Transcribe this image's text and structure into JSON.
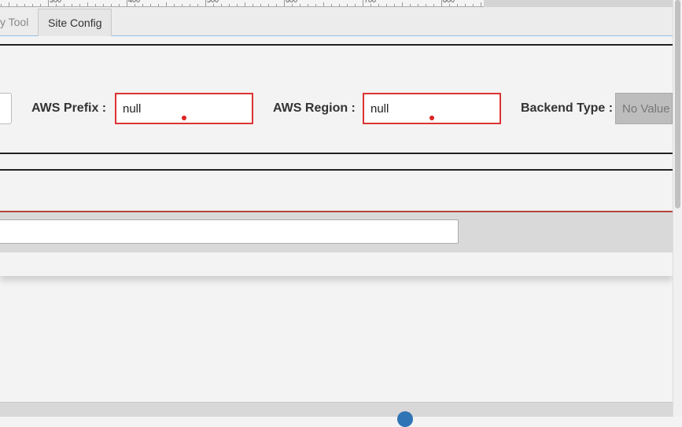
{
  "ruler": {
    "labels": [
      "300",
      "400",
      "500",
      "600",
      "700",
      "800"
    ]
  },
  "tabs": [
    {
      "label": "y Tool"
    },
    {
      "label": "Site Config"
    }
  ],
  "form": {
    "aws_prefix": {
      "label": "AWS Prefix :",
      "value": "null"
    },
    "aws_region": {
      "label": "AWS Region :",
      "value": "null"
    },
    "backend_type": {
      "label": "Backend Type :",
      "value": "No Value"
    }
  },
  "colors": {
    "error_border": "#dd3333",
    "accent": "#2f74b5"
  }
}
